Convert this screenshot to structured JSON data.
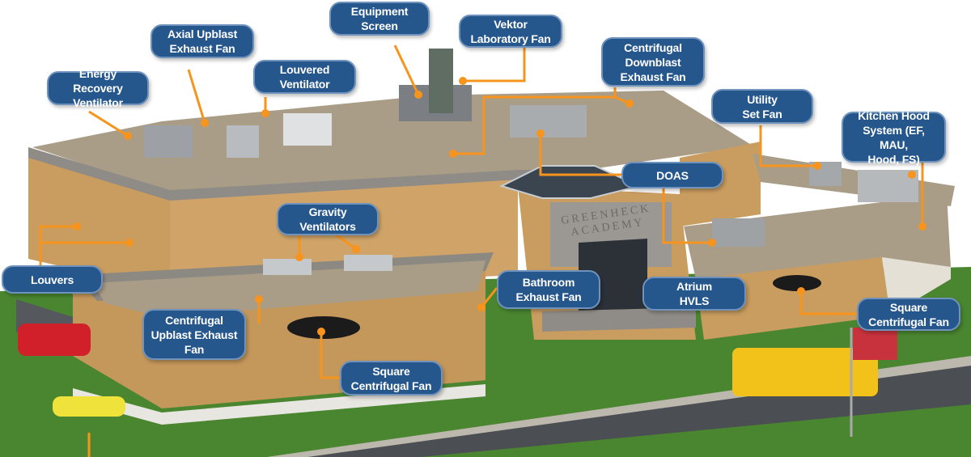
{
  "labels": {
    "equipment_screen": "Equipment\nScreen",
    "axial_upblast": "Axial Upblast\nExhaust Fan",
    "louvered_ventilator": "Louvered\nVentilator",
    "energy_recovery": "Energy Recovery\nVentilator",
    "vektor": "Vektor\nLaboratory Fan",
    "centrifugal_downblast": "Centrifugal\nDownblast\nExhaust Fan",
    "utility_set": "Utility\nSet Fan",
    "kitchen_hood": "Kitchen Hood\nSystem (EF, MAU,\nHood, FS)",
    "doas": "DOAS",
    "gravity": "Gravity\nVentilators",
    "louvers": "Louvers",
    "bathroom": "Bathroom\nExhaust Fan",
    "atrium": "Atrium\nHVLS",
    "centrifugal_upblast": "Centrifugal\nUpblast Exhaust\nFan",
    "square_right": "Square\nCentrifugal Fan",
    "square_bottom": "Square\nCentrifugal Fan"
  },
  "building_sign": "GREENHECK\nACADEMY",
  "colors": {
    "label_bg": "#25568c",
    "leader": "#f7941d",
    "brick": "#c99c5f",
    "roof": "#a99d88",
    "grass": "#3f7a2a"
  }
}
